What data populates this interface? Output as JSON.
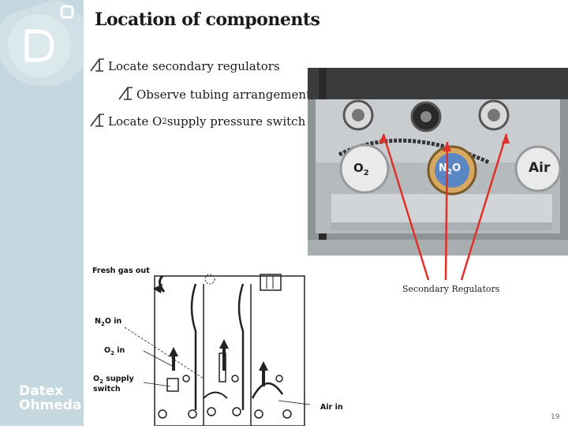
{
  "slide": {
    "title": "Location of components",
    "bullets": [
      {
        "number": "1",
        "text": "Locate secondary regulators"
      },
      {
        "number": "1",
        "text": "Observe tubing arrangement"
      },
      {
        "number": "1",
        "text": "Locate O",
        "subscript": "2",
        "text_after": " supply pressure switch"
      }
    ],
    "page_number": "19"
  },
  "branding": {
    "line1": "Datex",
    "line2": "Ohmeda",
    "sidebar_color": "#c5d8df"
  },
  "photo": {
    "knobs": [
      {
        "label": "O",
        "subscript": "2"
      },
      {
        "label": "N",
        "subscript": "2",
        "label_after": "O"
      },
      {
        "label": "Air"
      }
    ],
    "caption": "Secondary Regulators",
    "pointer_color": "#e0302a"
  },
  "diagram": {
    "labels": {
      "fresh_gas_out": "Fresh gas out",
      "n2o_in": "N",
      "n2o_in_sub": "2",
      "n2o_in_after": "O in",
      "o2_in": "O",
      "o2_in_sub": "2",
      "o2_in_after": " in",
      "o2_switch_line1": "O",
      "o2_switch_sub": "2",
      "o2_switch_after": " supply",
      "o2_switch_line2": "switch",
      "air_in": "Air in"
    }
  }
}
